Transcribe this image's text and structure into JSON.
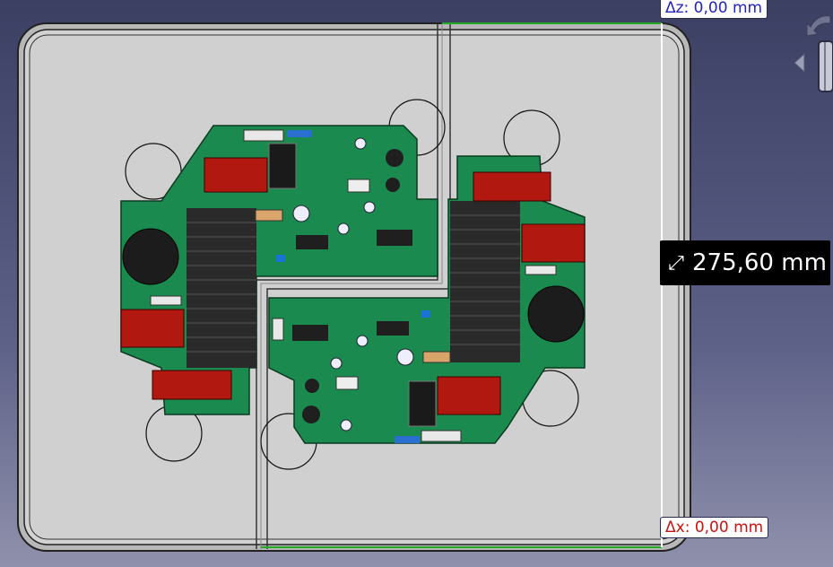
{
  "measurement": {
    "delta_z": "Δz: 0,00 mm",
    "delta_x": "Δx: 0,00 mm",
    "distance": "275,60 mm",
    "distance_icon": "diagonal-arrow-icon"
  },
  "navigation_cube": {
    "icons": [
      "rotate-view-icon",
      "nav-arrow-left-icon",
      "navigation-cube-icon"
    ]
  },
  "colors": {
    "background_top": "#3b4063",
    "background_bottom": "#8f91ac",
    "tray": "#d0d0d0",
    "pcb_green": "#1a8a4e",
    "heatsink": "#2a2a2a",
    "capacitor_red": "#b01810",
    "measure_line": "#ffffff",
    "x_axis_line": "#22aa22"
  }
}
